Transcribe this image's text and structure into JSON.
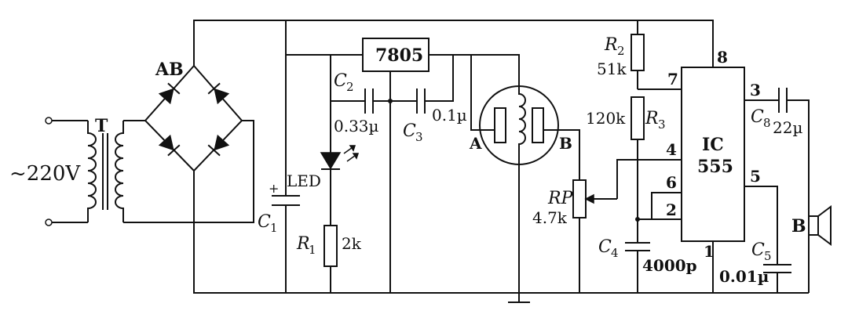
{
  "diagram": {
    "source": {
      "label": "~220V"
    },
    "transformer": {
      "label": "T"
    },
    "bridge": {
      "label": "AB"
    },
    "c1": {
      "name": "C",
      "sub": "1"
    },
    "led": {
      "label": "LED"
    },
    "r1": {
      "name": "R",
      "sub": "1",
      "value": "2k"
    },
    "c2": {
      "name": "C",
      "sub": "2",
      "value": "0.33µ"
    },
    "c3": {
      "name": "C",
      "sub": "3",
      "value": "0.1µ"
    },
    "regulator": {
      "label": "7805"
    },
    "sensor": {
      "pin_a": "A",
      "pin_b": "B"
    },
    "rp": {
      "name": "RP",
      "value": "4.7k"
    },
    "r2": {
      "name": "R",
      "sub": "2",
      "value": "51k"
    },
    "r3": {
      "name": "R",
      "sub": "3",
      "value": "120k"
    },
    "c4": {
      "name": "C",
      "sub": "4",
      "value": "4000p"
    },
    "ic": {
      "line1": "IC",
      "line2": "555",
      "pins": {
        "p1": "1",
        "p2": "2",
        "p3": "3",
        "p4": "4",
        "p5": "5",
        "p6": "6",
        "p7": "7",
        "p8": "8"
      }
    },
    "c5": {
      "name": "C",
      "sub": "5",
      "value": "0.01µ"
    },
    "c8": {
      "name": "C",
      "sub": "8",
      "value": "22µ"
    },
    "speaker": {
      "label": "B"
    }
  }
}
